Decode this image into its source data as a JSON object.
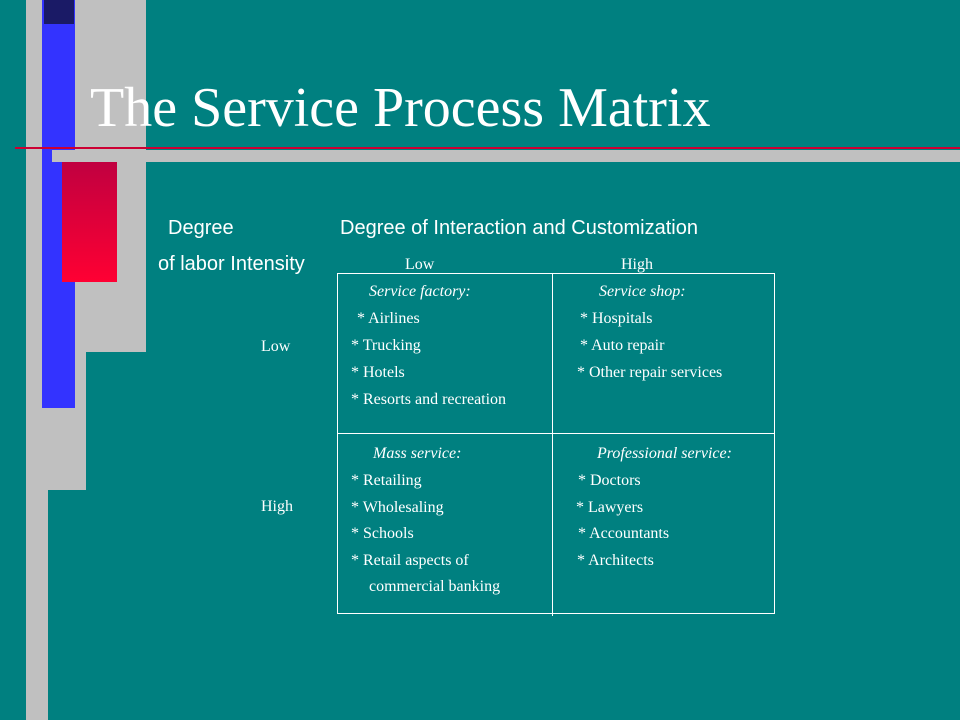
{
  "slide": {
    "title": "The Service Process Matrix",
    "colors": {
      "background": "#008080",
      "red_accent": "#ff0033",
      "blue_accent": "#3333ff",
      "gray_accent": "#c0c0c0"
    }
  },
  "matrix": {
    "row_axis_label_1": "Degree",
    "row_axis_label_2": "of labor Intensity",
    "column_axis_label": "Degree of Interaction and Customization",
    "col_low": "Low",
    "col_high": "High",
    "row_low": "Low",
    "row_high": "High",
    "cells": {
      "service_factory": {
        "heading": "Service factory:",
        "items": [
          "*  Airlines",
          "*  Trucking",
          "*  Hotels",
          "*  Resorts and recreation"
        ]
      },
      "service_shop": {
        "heading": "Service shop:",
        "items": [
          "*  Hospitals",
          "*  Auto repair",
          "*  Other repair services"
        ]
      },
      "mass_service": {
        "heading": "Mass service:",
        "items": [
          "* Retailing",
          "* Wholesaling",
          "*  Schools",
          "*  Retail aspects of",
          "commercial banking"
        ]
      },
      "professional_service": {
        "heading": "Professional service:",
        "items": [
          "* Doctors",
          "* Lawyers",
          "* Accountants",
          "* Architects"
        ]
      }
    }
  }
}
